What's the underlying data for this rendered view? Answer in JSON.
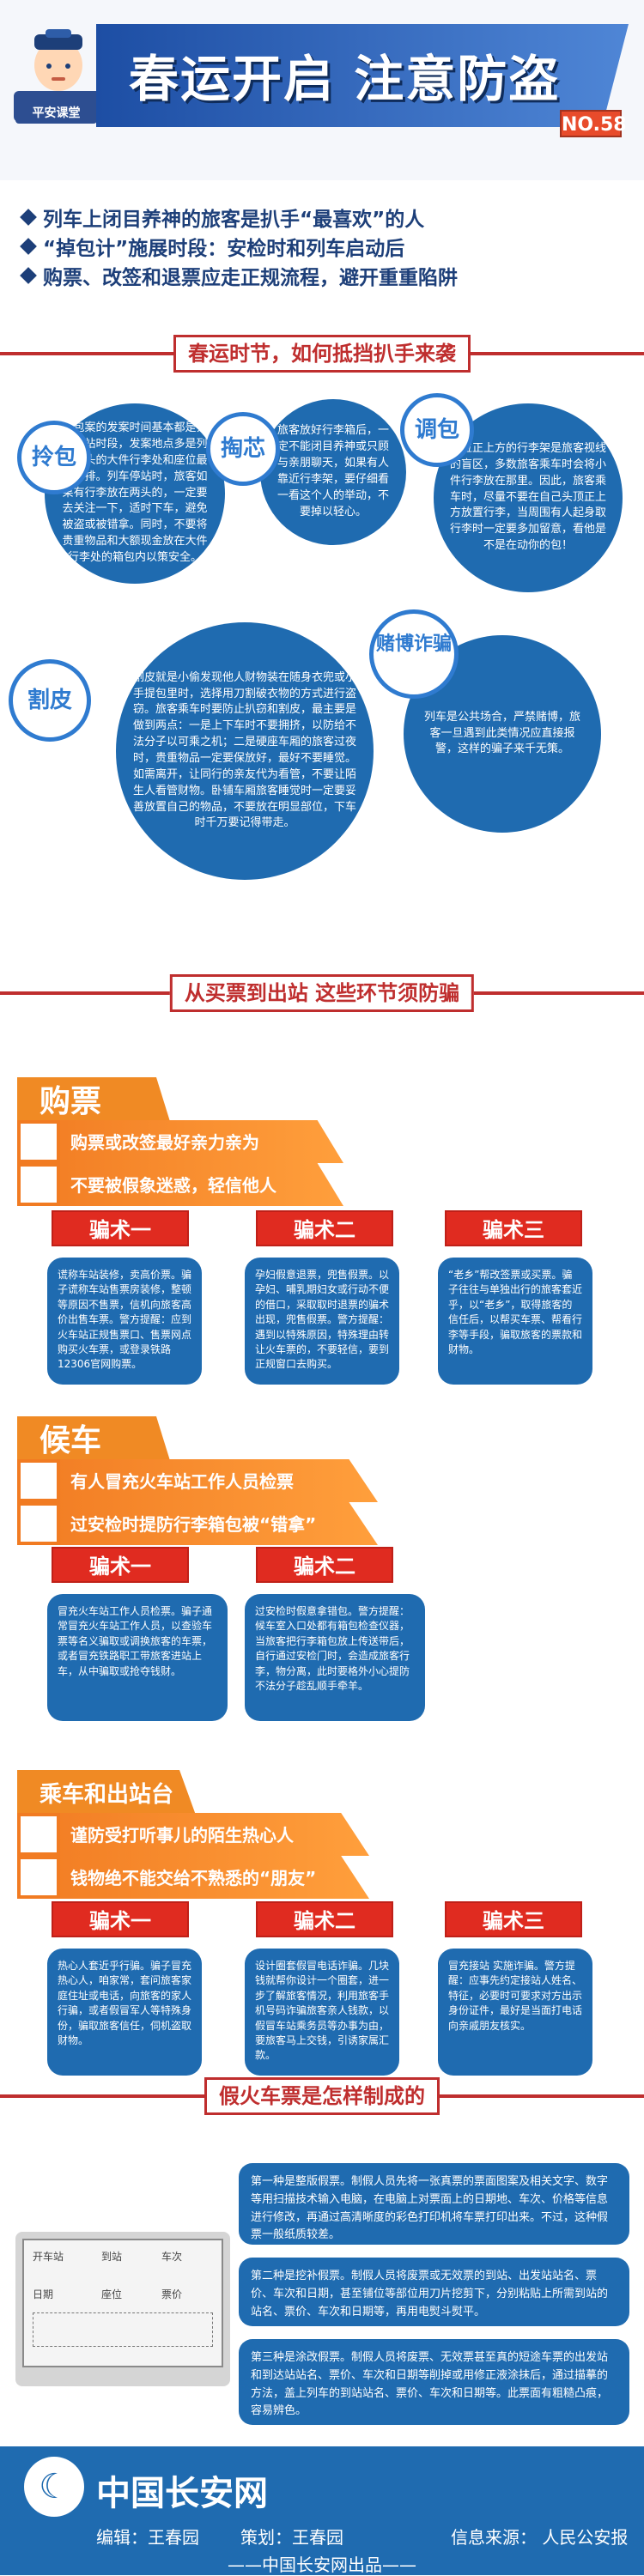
{
  "header": {
    "title": "春运开启 注意防盗",
    "lesson_badge": "平安课堂",
    "issue_no": "NO.58"
  },
  "bullets": [
    "列车上闭目养神的旅客是扒手“最喜欢”的人",
    "“掉包计”施展时段：安检时和列车启动后",
    "购票、改签和退票应走正规流程，避开重重陷阱"
  ],
  "section1": {
    "title": "春运时节，如何抵挡扒手来袭"
  },
  "circles": [
    {
      "tag": "拎包",
      "text": "拎包案的发案时间基本都是列车停站时段，发案地点多是列车两头的大件行李处和座位最后一排。列车停站时，旅客如果有行李放在两头的，一定要去关注一下，适时下车，避免被盗或被错拿。同时，不要将贵重物品和大额现金放在大件行李处的箱包内以策安全。"
    },
    {
      "tag": "掏芯",
      "text": "旅客放好行李箱后，一定不能闭目养神或只顾与亲朋聊天，如果有人靠近行李架，要仔细看一看这个人的举动，不要掉以轻心。"
    },
    {
      "tag": "调包",
      "text": "座位正上方的行李架是旅客视线的盲区，多数旅客乘车时会将小件行李放在那里。因此，旅客乘车时，尽量不要在自己头顶正上方放置行李，当周围有人起身取行李时一定要多加留意，看他是不是在动你的包！"
    },
    {
      "tag": "割皮",
      "text": "割皮就是小偷发现他人财物装在随身衣兜或小手提包里时，选择用刀割破衣物的方式进行盗窃。旅客乘车时要防止扒窃和割皮，最主要是做到两点：一是上下车时不要拥挤，以防给不法分子以可乘之机；二是硬座车厢的旅客过夜时，贵重物品一定要保放好，最好不要睡觉。如需离开，让同行的亲友代为看管，不要让陌生人看管财物。卧铺车厢旅客睡觉时一定要妥善放置自己的物品，不要放在明显部位，下车时千万要记得带走。"
    },
    {
      "tag": "赌博诈骗",
      "text": "列车是公共场合，严禁赌博，旅客一旦遇到此类情况应直接报警，这样的骗子来千无策。"
    }
  ],
  "section2": {
    "title": "从买票到出站 这些环节须防骗"
  },
  "purchase": {
    "title": "购票",
    "lines": [
      "购票或改签最好亲力亲为",
      "不要被假象迷惑，轻信他人"
    ],
    "tricks": [
      {
        "tag": "骗术一",
        "text": "谎称车站装修，卖高价票。骗子谎称车站售票房装修，整顿等原因不售票，信机向旅客高价出售车票。警方提醒：应到火车站正规售票口、售票网点购买火车票，或登录铁路12306官网购票。"
      },
      {
        "tag": "骗术二",
        "text": "孕妇假意退票，兜售假票。以孕妇、哺乳期妇女或行动不便的借口，采取取时退票的骗术出现，兜售假票。警方提醒：遇到以特殊原因，特殊理由转让火车票的，不要轻信，要到正规窗口去购买。"
      },
      {
        "tag": "骗术三",
        "text": "“老乡”帮改签票或买票。骗子往往与单独出行的旅客套近乎，以“老乡”，取得旅客的信任后，以帮买车票、帮看行李等手段，骗取旅客的票款和财物。"
      }
    ]
  },
  "checkin": {
    "title": "候车",
    "lines": [
      "有人冒充火车站工作人员检票",
      "过安检时提防行李箱包被“错拿”"
    ],
    "tricks": [
      {
        "tag": "骗术一",
        "text": "冒充火车站工作人员检票。骗子通常冒充火车站工作人员，以查验车票等名义骗取或调换旅客的车票，或者冒充铁路职工带旅客进站上车，从中骗取或抢夺钱财。"
      },
      {
        "tag": "骗术二",
        "text": "过安检时假意拿错包。警方提醒：候车室入口处都有箱包检查仪器，当旅客把行李箱包放上传送带后，自行通过安检门时，会造成旅客行李，物分离，此时要格外小心提防不法分子趁乱顺手牵羊。"
      }
    ]
  },
  "exit": {
    "title": "乘车和出站台",
    "lines": [
      "谨防受打听事儿的陌生热心人",
      "钱物绝不能交给不熟悉的“朋友”"
    ],
    "tricks": [
      {
        "tag": "骗术一",
        "text": "热心人套近乎行骗。骗子冒充热心人，咱家常，套问旅客家庭住址或电话，向旅客的家人行骗，或者假冒军人等特殊身份，骗取旅客信任，伺机盗取财物。"
      },
      {
        "tag": "骗术二",
        "text": "设计圈套假冒电话诈骗。几块钱就帮你设计一个圈套，进一步了解旅客情况，利用旅客手机号码诈骗旅客亲人钱款，以假冒车站乘务员等办事为由，要旅客马上交钱，引诱家属汇款。"
      },
      {
        "tag": "骗术三",
        "text": "冒充接站 实施诈骗。警方提醒：应事先约定接站人姓名、特征，必要时可要求对方出示身份证件，最好是当面打电话向亲戚朋友核实。"
      }
    ]
  },
  "section3": {
    "title": "假火车票是怎样制成的"
  },
  "ticket": {
    "labels": [
      "开车站",
      "到站",
      "车次",
      "日期",
      "座位",
      "票价"
    ],
    "fakes": [
      "第一种是整版假票。制假人员先将一张真票的票面图案及相关文字、数字等用扫描技术输入电脑，在电脑上对票面上的日期地、车次、价格等信息进行修改，再通过高清晰度的彩色打印机将车票打印出来。不过，这种假票一般纸质较差。",
      "第二种是挖补假票。制假人员将废票或无效票的到站、出发站站名、票价、车次和日期，甚至铺位等部位用刀片挖剪下，分别粘贴上所需到站的站名、票价、车次和日期等，再用电熨斗熨平。",
      "第三种是涂改假票。制假人员将废票、无效票甚至真的短途车票的出发站和到达站站名、票价、车次和日期等削掉或用修正液涂抹后，通过描摹的方法，盖上列车的到站站名、票价、车次和日期等。此票面有粗糙凸痕，容易辨色。"
    ]
  },
  "footer": {
    "site": "中国长安网",
    "editor": "编辑：王春园",
    "planner": "策划：王春园",
    "source": "信息来源：  人民公安报",
    "produced": "——中国长安网出品——"
  }
}
